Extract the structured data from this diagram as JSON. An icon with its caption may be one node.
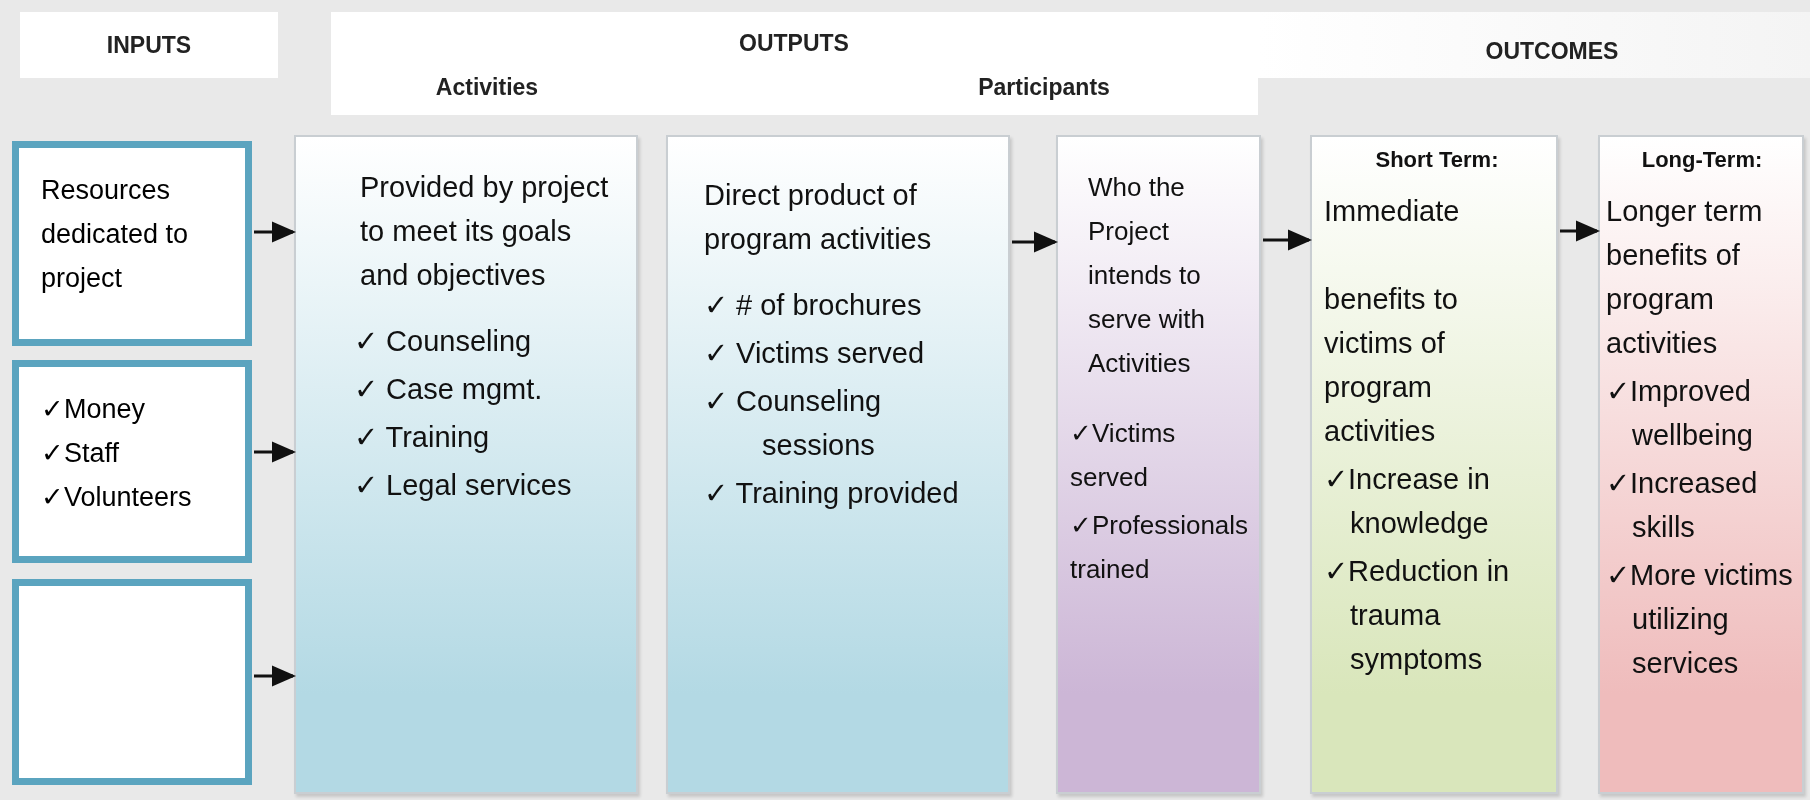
{
  "diagram": {
    "nodes": [
      {
        "text": [
          "INPUTS"
        ]
      },
      {
        "text": [
          "OUTPUTS",
          "Activities",
          "Participants"
        ]
      },
      {
        "text": [
          "OUTCOMES"
        ]
      },
      {
        "text": [
          "Resources dedicated to project"
        ]
      },
      {
        "text": [
          "✓Money",
          "✓Staff",
          "✓Volunteers"
        ]
      },
      {
        "text": [],
        "shape": "box"
      },
      {
        "text": [
          "Provided by project to meet its goals and objectives",
          "✓ Counseling",
          "✓ Case mgmt.",
          "✓ Training",
          "✓ Legal services"
        ]
      },
      {
        "text": [
          "Direct product of program activities",
          "✓ # of brochures",
          "✓ Victims served",
          "✓ Counseling sessions",
          "✓ Training provided"
        ]
      },
      {
        "text": [
          "Who the Project intends to serve with Activities",
          "✓Victims served",
          "✓Professionals trained"
        ]
      },
      {
        "text": [
          "Short Term:",
          "Immediate",
          "benefits to victims of program activities",
          "✓Increase in knowledge",
          "✓Reduction in trauma symptoms"
        ]
      },
      {
        "text": [
          "Long-Term:",
          "Longer term benefits of program activities",
          "✓Improved wellbeing",
          "✓Increased skills",
          "✓More victims utilizing services"
        ]
      }
    ],
    "edges": [
      {
        "from": 3,
        "to": 6,
        "arrow": "to"
      },
      {
        "from": 4,
        "to": 6,
        "arrow": "to"
      },
      {
        "from": 5,
        "to": 6,
        "arrow": "to"
      },
      {
        "from": 7,
        "to": 8,
        "arrow": "to"
      },
      {
        "from": 8,
        "to": 9,
        "arrow": "to"
      },
      {
        "from": 9,
        "to": 10,
        "arrow": "to"
      }
    ]
  }
}
